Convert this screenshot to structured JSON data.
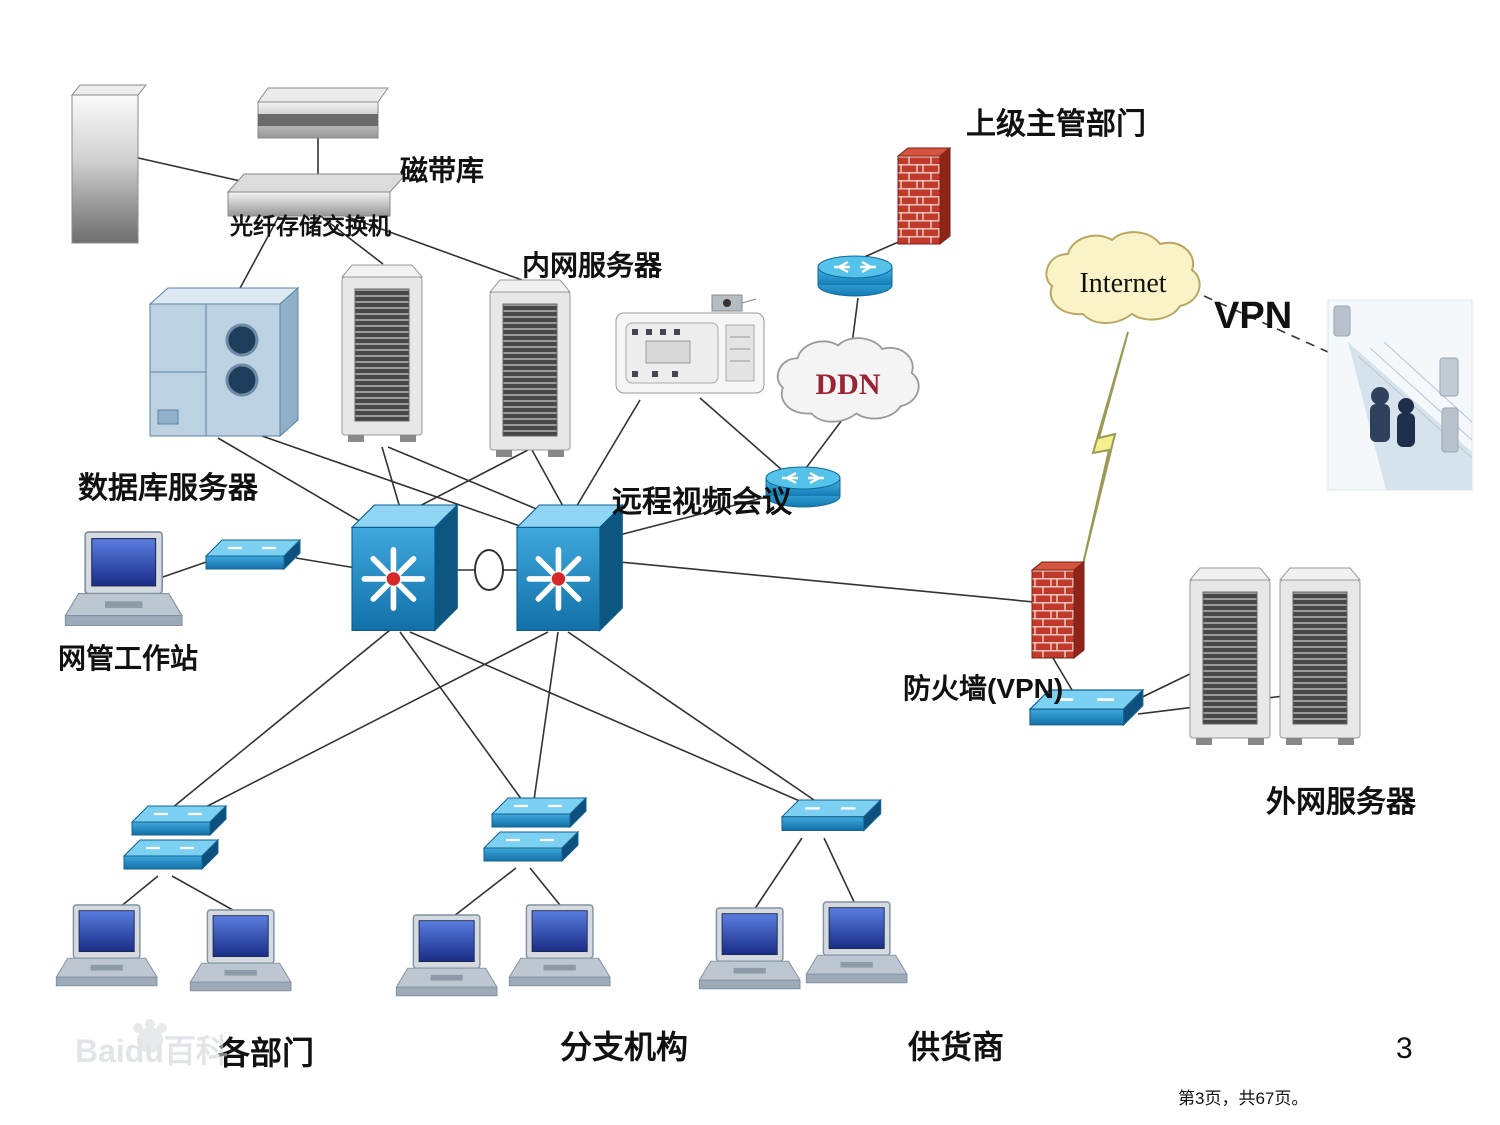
{
  "slide": {
    "page_number": "3",
    "footer": "第3页，共67页。",
    "watermark": "Baidu百科"
  },
  "diagram": {
    "labels": {
      "tape_library": "磁带库",
      "fiber_storage_switch": "光纤存储交换机",
      "intranet_server": "内网服务器",
      "superior_department": "上级主管部门",
      "database_server": "数据库服务器",
      "remote_video_conference": "远程视频会议",
      "ddn": "DDN",
      "internet": "Internet",
      "vpn": "VPN",
      "nms_workstation": "网管工作站",
      "firewall_vpn": "防火墙(VPN)",
      "external_server": "外网服务器",
      "departments": "各部门",
      "branch_offices": "分支机构",
      "suppliers": "供货商"
    },
    "colors": {
      "switch_blue": "#1d86c8",
      "firewall_red": "#c0392b",
      "internet_cloud": "#faf3c8",
      "ddn_cloud": "#f4f4f4",
      "screen_blue": "#2b3f9e"
    }
  }
}
